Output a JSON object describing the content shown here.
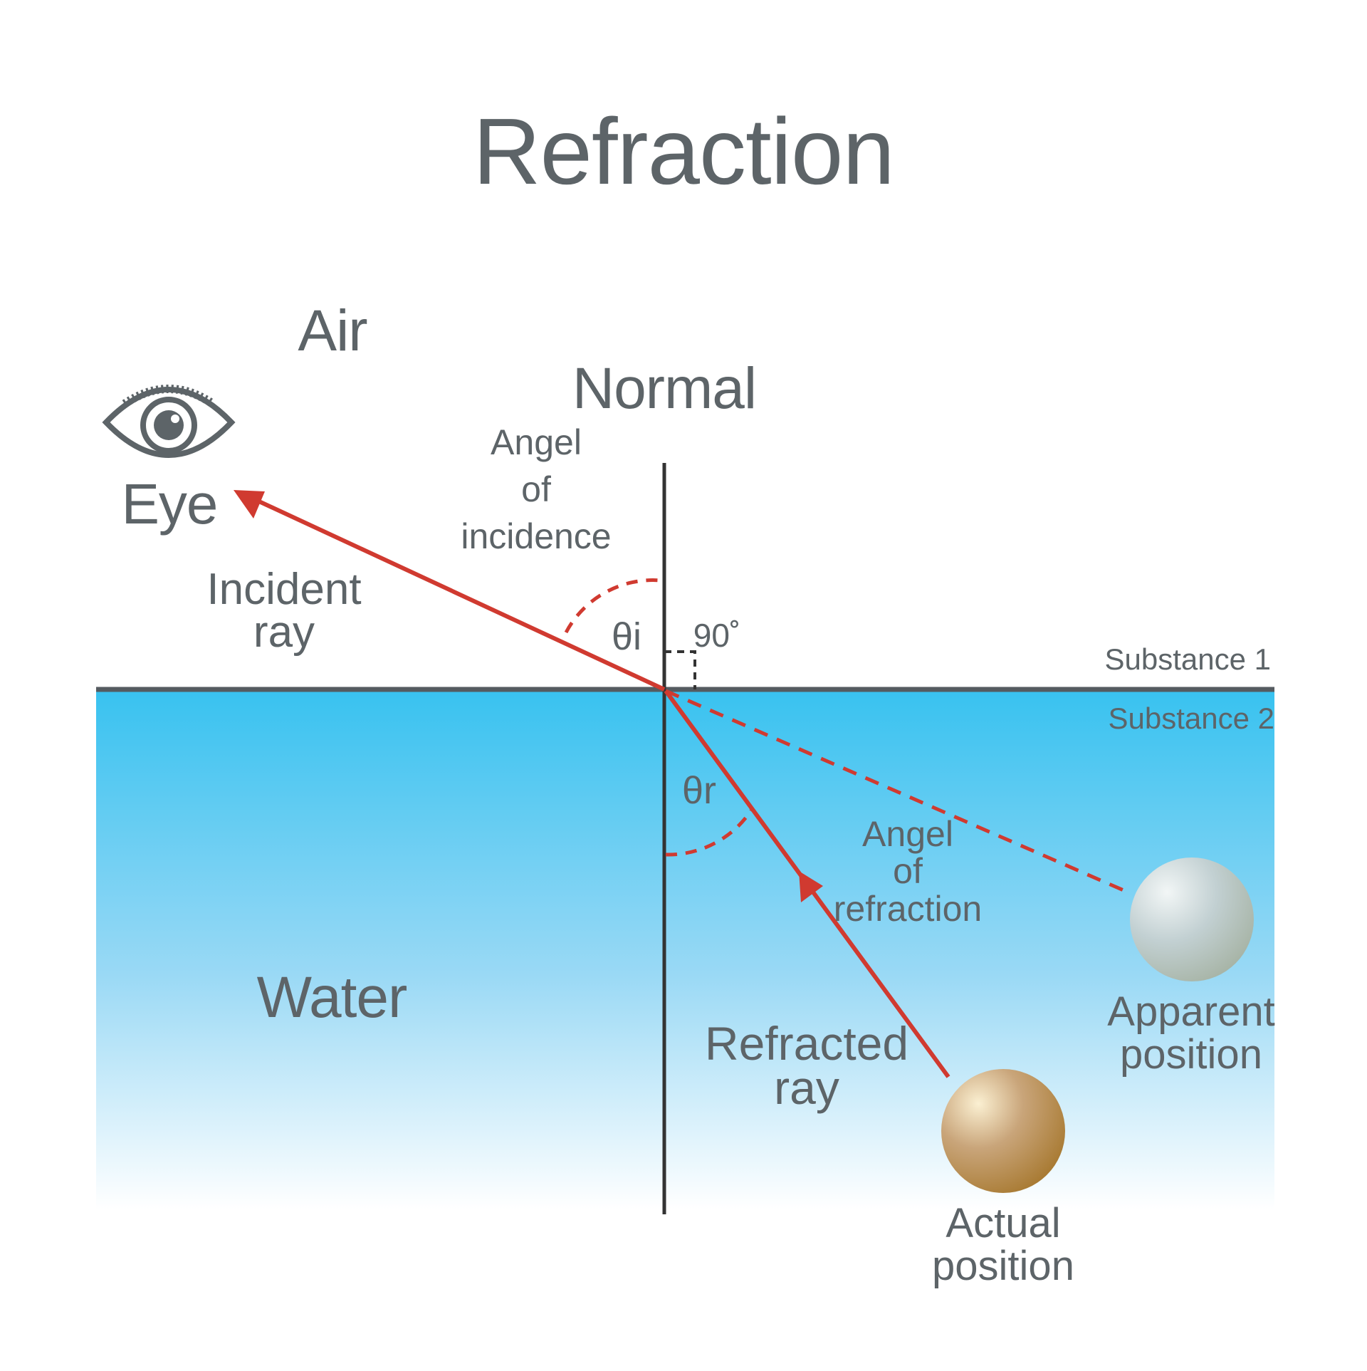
{
  "title": "Refraction",
  "labels": {
    "air": "Air",
    "eye": "Eye",
    "normal": "Normal",
    "angle_incidence": [
      "Angel",
      "of",
      "incidence"
    ],
    "incident_ray": [
      "Incident",
      "ray"
    ],
    "theta_i": "θi",
    "right_angle": "90˚",
    "substance_1": "Substance 1",
    "substance_2": "Substance 2",
    "theta_r": "θr",
    "angle_refraction": [
      "Angel",
      "of",
      "refraction"
    ],
    "water": "Water",
    "refracted_ray": [
      "Refracted",
      "ray"
    ],
    "apparent_position": [
      "Apparent",
      "position"
    ],
    "actual_position": [
      "Actual",
      "position"
    ]
  },
  "icons": {
    "eye": "eye-icon"
  },
  "colors": {
    "text": "#5d6468",
    "ray": "#d03a30",
    "normal_line": "#333333",
    "surface": "#555b60",
    "water_top": "#38c2f0",
    "water_bottom": "#ffffff",
    "actual_ball": "#b0854a",
    "apparent_ball": "#c4ccc8"
  }
}
